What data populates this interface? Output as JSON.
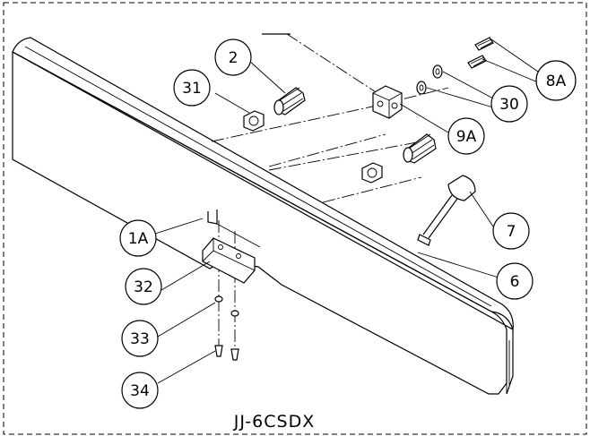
{
  "model": "JJ-6CSDX",
  "callouts": {
    "c2": "2",
    "c31": "31",
    "c8a": "8A",
    "c30": "30",
    "c9a": "9A",
    "c1a": "1A",
    "c7": "7",
    "c32": "32",
    "c6": "6",
    "c33": "33",
    "c34": "34"
  }
}
